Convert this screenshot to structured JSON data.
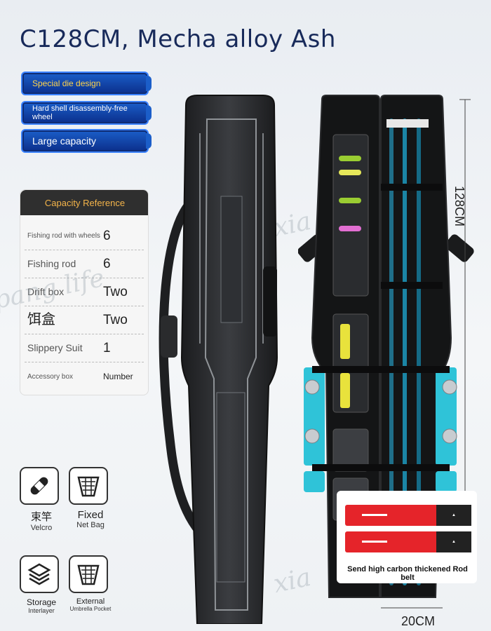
{
  "title": "C128CM, Mecha alloy Ash",
  "tags": [
    {
      "label": "Special die design"
    },
    {
      "label": "Hard shell disassembly-free wheel"
    },
    {
      "label": "Large capacity"
    }
  ],
  "capacity": {
    "header": "Capacity Reference",
    "rows": [
      {
        "label": "Fishing rod with wheels",
        "value": "6"
      },
      {
        "label": "Fishing rod",
        "value": "6"
      },
      {
        "label": "Drift box",
        "value": "Two"
      },
      {
        "label": "饵盒",
        "value": "Two"
      },
      {
        "label": "Slippery Suit",
        "value": "1"
      },
      {
        "label": "Accessory box",
        "value": "Number"
      }
    ]
  },
  "features": [
    {
      "main": "束竿",
      "sub": "Velcro",
      "icon": "bandage-icon"
    },
    {
      "main": "Fixed",
      "sub": "Net Bag",
      "icon": "net-bag-icon"
    },
    {
      "main": "Storage",
      "sub": "Interlayer",
      "icon": "layers-icon"
    },
    {
      "main": "External",
      "sub": "Umbrella Pocket",
      "icon": "net-bag-icon"
    }
  ],
  "dimensions": {
    "height": "128CM",
    "width": "20CM"
  },
  "belt_caption": "Send high carbon thickened Rod belt",
  "watermarks": [
    "xiaopang life"
  ],
  "colors": {
    "accent_blue": "#1b5ec9",
    "title_navy": "#182a5a",
    "belt_red": "#e5242a",
    "cyan": "#2fc3d8"
  }
}
